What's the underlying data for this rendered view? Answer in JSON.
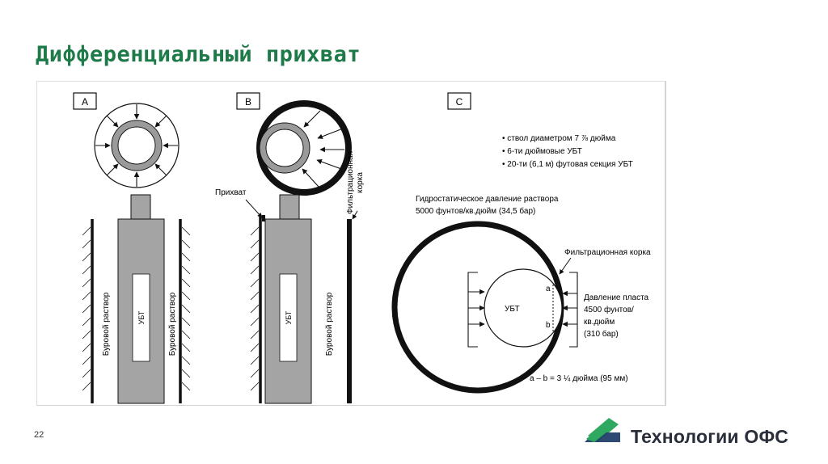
{
  "title": "Дифференциальный прихват",
  "page_number": "22",
  "brand": {
    "name": "Технологии ОФС",
    "colors": {
      "green": "#2ea95f",
      "navy": "#23406b",
      "title": "#1f7a4a"
    }
  },
  "panels": {
    "a": {
      "label": "A",
      "mud_left": "Буровой раствор",
      "collar": "УБТ",
      "mud_right": "Буровой раствор"
    },
    "b": {
      "label": "B",
      "stuck": "Прихват",
      "filter_cake": [
        "Фильтрационная",
        "корка"
      ],
      "collar": "УБТ",
      "mud": "Буровой раствор"
    },
    "c": {
      "label": "C",
      "notes": [
        "• ствол диаметром  7 ⅞ дюйма",
        "• 6-ти дюймовые УБТ",
        "• 20-ти (6,1 м) футовая секция УБТ"
      ],
      "hydrostatic": [
        "Гидростатическое давление раствора",
        "5000 фунтов/кв.дюйм (34,5 бар)"
      ],
      "filter_cake": "Фильтрационная корка",
      "collar": "УБТ",
      "point_a": "a",
      "point_b": "b",
      "formation": [
        "Давление пласта",
        "4500 фунтов/",
        "кв.дюйм",
        "(310 бар)"
      ],
      "contact": "a – b = 3 ¼ дюйма (95 мм)"
    }
  }
}
